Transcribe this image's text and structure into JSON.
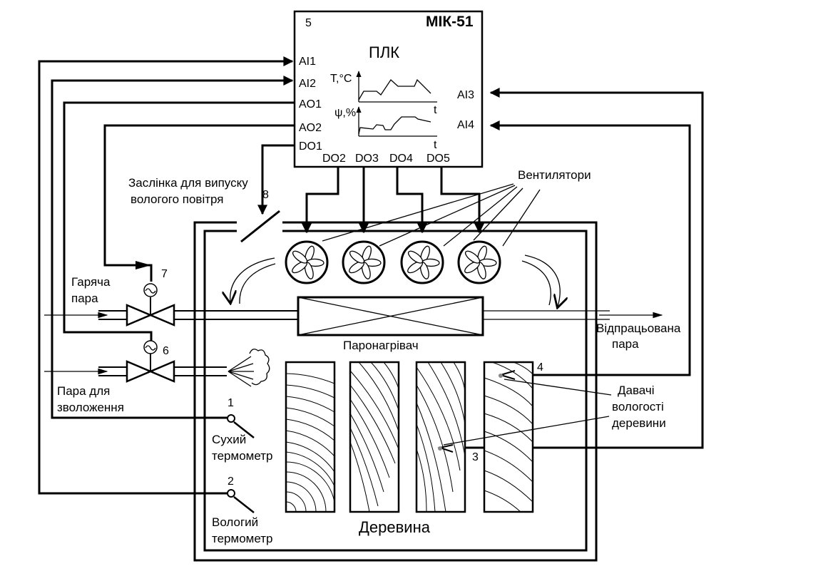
{
  "plc": {
    "number": "5",
    "model": "МІК-51",
    "title": "ПЛК",
    "ports_left": [
      "AI1",
      "AI2",
      "AO1",
      "AO2",
      "DO1"
    ],
    "ports_right": [
      "AI3",
      "AI4"
    ],
    "ports_bottom": [
      "DO2",
      "DO3",
      "DO4",
      "DO5"
    ],
    "graph_temp_label": "T,°C",
    "graph_hum_label": "ψ,%",
    "graph_time_label": "t"
  },
  "labels": {
    "fans": "Вентилятори",
    "damper_line1": "Заслінка для випуску",
    "damper_line2": "вологого повітря",
    "hot_steam_line1": "Гаряча",
    "hot_steam_line2": "пара",
    "humid_steam_line1": "Пара для",
    "humid_steam_line2": "зволоження",
    "heater": "Паронагрівач",
    "spent_steam_line1": "Відпрацьована",
    "spent_steam_line2": "пара",
    "sensors_line1": "Давачі",
    "sensors_line2": "вологості",
    "sensors_line3": "деревини",
    "dry_thermo_line1": "Сухий",
    "dry_thermo_line2": "термометр",
    "wet_thermo_line1": "Вологий",
    "wet_thermo_line2": "термометр",
    "wood": "Деревина"
  },
  "numbers": {
    "n1": "1",
    "n2": "2",
    "n3": "3",
    "n4": "4",
    "n6": "6",
    "n7": "7",
    "n8": "8"
  }
}
